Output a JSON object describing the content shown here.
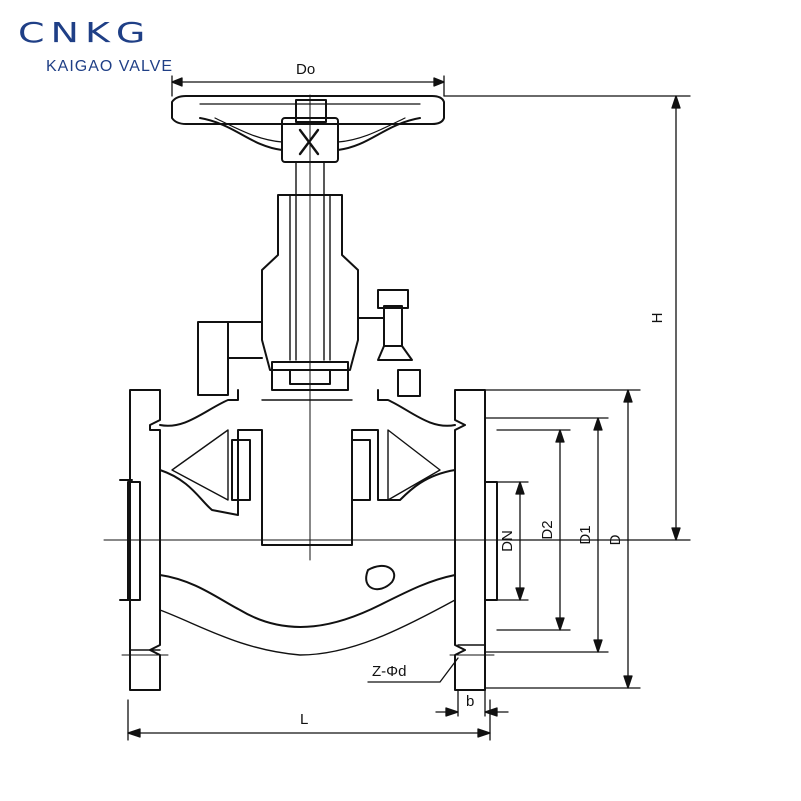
{
  "brand": {
    "name": "CNKG",
    "subtitle": "KAIGAO VALVE",
    "color": "#1f3f86"
  },
  "drawing": {
    "line_color": "#111111",
    "labels": {
      "handwheel_diameter": "Do",
      "height": "H",
      "nominal_diameter": "DN",
      "raised_face_diameter": "D2",
      "bolt_circle_diameter": "D1",
      "flange_diameter": "D",
      "bolt_holes": "Z-Φd",
      "flange_thickness": "b",
      "length": "L"
    }
  }
}
